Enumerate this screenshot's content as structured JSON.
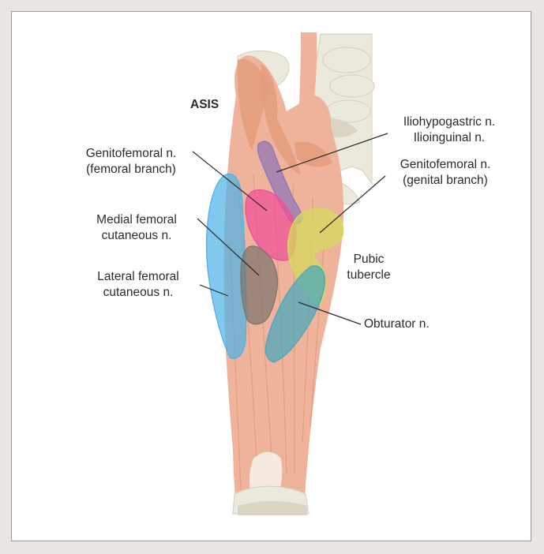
{
  "figure": {
    "labels": {
      "asis": "ASIS",
      "iliohypogastric": "Iliohypogastric n.\nIlioinguinal n.",
      "genitofemoral_femoral": "Genitofemoral n.\n(femoral branch)",
      "genitofemoral_genital": "Genitofemoral n.\n(genital branch)",
      "medial_femoral_cutaneous": "Medial femoral\ncutaneous n.",
      "pubic_tubercle": "Pubic\ntubercle",
      "lateral_femoral_cutaneous": "Lateral femoral\ncutaneous n.",
      "obturator": "Obturator n."
    },
    "region_colors": {
      "lateral_femoral_cutaneous": "#4fb3e6",
      "iliohypogastric": "#8f76b8",
      "genitofemoral_femoral": "#ef4f9a",
      "genitofemoral_genital": "#d5db5c",
      "medial_femoral_cutaneous": "#7f746e",
      "obturator": "#46a7be"
    },
    "muscle_color": "#e7a688",
    "bone_color": "#e9e6d8"
  }
}
